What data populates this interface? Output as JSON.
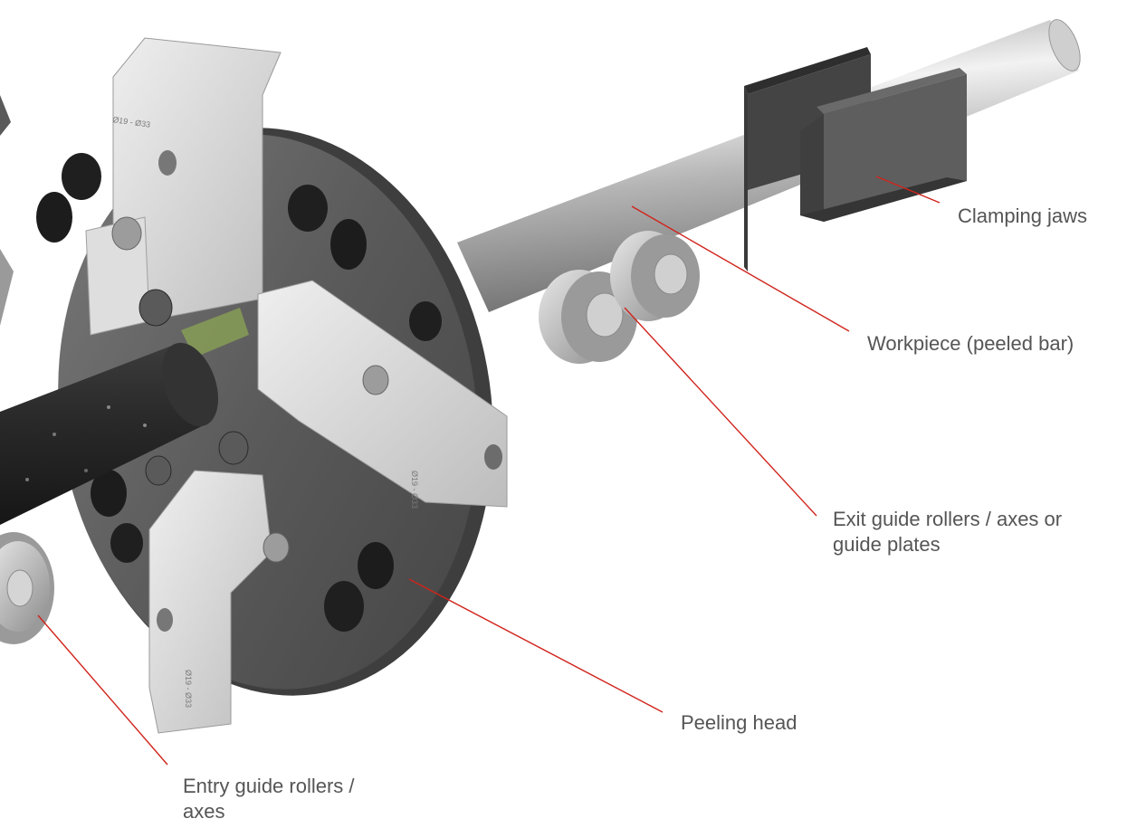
{
  "labels": {
    "clamping_jaws": "Clamping jaws",
    "workpiece": "Workpiece (peeled bar)",
    "exit_guide_line1": "Exit guide rollers / axes or",
    "exit_guide_line2": "guide plates",
    "peeling_head": "Peeling head",
    "entry_guide_line1": "Entry guide rollers /",
    "entry_guide_line2": "axes"
  },
  "engravings": {
    "top_jaw": "Ø19 - Ø33",
    "right_jaw": "Ø19 - Ø33",
    "bottom_jaw": "Ø19 - Ø33"
  },
  "colors": {
    "leader_line": "#d0241c",
    "label_text": "#555555",
    "steel_light": "#d9d9d9",
    "steel_dark": "#5a5a5a",
    "rough_bar": "#2b2b2b"
  }
}
